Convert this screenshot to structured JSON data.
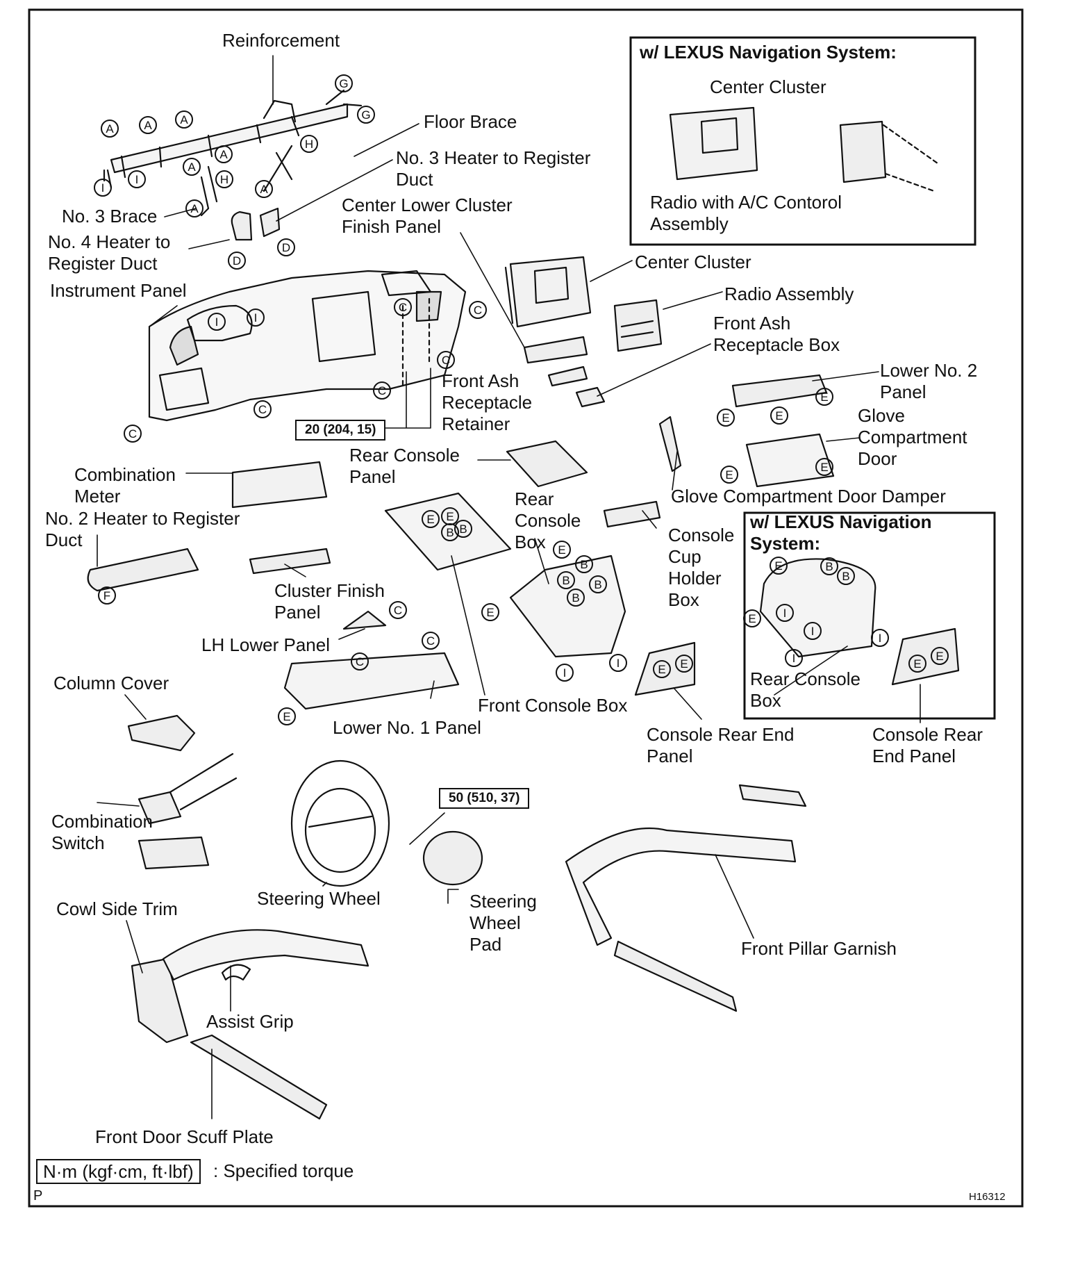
{
  "labels": {
    "reinforcement": "Reinforcement",
    "floor_brace": "Floor Brace",
    "no3_heater_duct": "No. 3 Heater to Register\nDuct",
    "no3_brace": "No. 3 Brace",
    "no4_heater_duct": "No. 4 Heater to\nRegister Duct",
    "center_lower_cluster": "Center Lower Cluster\nFinish Panel",
    "instrument_panel": "Instrument Panel",
    "center_cluster": "Center Cluster",
    "radio_assembly": "Radio Assembly",
    "front_ash_box": "Front Ash\nReceptacle Box",
    "front_ash_retainer": "Front Ash\nReceptacle\nRetainer",
    "lower_no2_panel": "Lower No. 2\nPanel",
    "glove_door": "Glove\nCompartment\nDoor",
    "rear_console_panel": "Rear Console\nPanel",
    "combination_meter": "Combination\nMeter",
    "glove_damper": "Glove Compartment Door Damper",
    "no2_heater_duct": "No. 2 Heater to Register\nDuct",
    "rear_console_box": "Rear\nConsole\nBox",
    "console_cup_holder": "Console\nCup\nHolder\nBox",
    "cluster_finish": "Cluster Finish\nPanel",
    "lh_lower_panel": "LH Lower Panel",
    "column_cover": "Column Cover",
    "lower_no1_panel": "Lower No. 1 Panel",
    "front_console_box": "Front Console Box",
    "console_rear_end_panel": "Console Rear End\nPanel",
    "nav_rear_console_box": "Rear Console\nBox",
    "nav_console_rear_end": "Console Rear\nEnd Panel",
    "combination_switch": "Combination\nSwitch",
    "steering_wheel": "Steering Wheel",
    "steering_wheel_pad": "Steering\nWheel\nPad",
    "cowl_side_trim": "Cowl Side Trim",
    "front_pillar_garnish": "Front Pillar Garnish",
    "assist_grip": "Assist Grip",
    "front_door_scuff": "Front Door Scuff Plate"
  },
  "nav_box_top": {
    "title": "w/ LEXUS Navigation System:",
    "center_cluster": "Center Cluster",
    "radio": "Radio with A/C Contorol\nAssembly"
  },
  "nav_box_bottom": {
    "title": "w/ LEXUS Navigation\nSystem:"
  },
  "torques": {
    "t1": "20 (204, 15)",
    "t2": "50 (510, 37)"
  },
  "legend": {
    "box": "N·m (kgf·cm, ft·lbf)",
    "text": ": Specified torque"
  },
  "corner_p": "P",
  "figure_id": "H16312",
  "callout_letters": [
    "A",
    "B",
    "C",
    "D",
    "E",
    "F",
    "G",
    "H",
    "I"
  ]
}
